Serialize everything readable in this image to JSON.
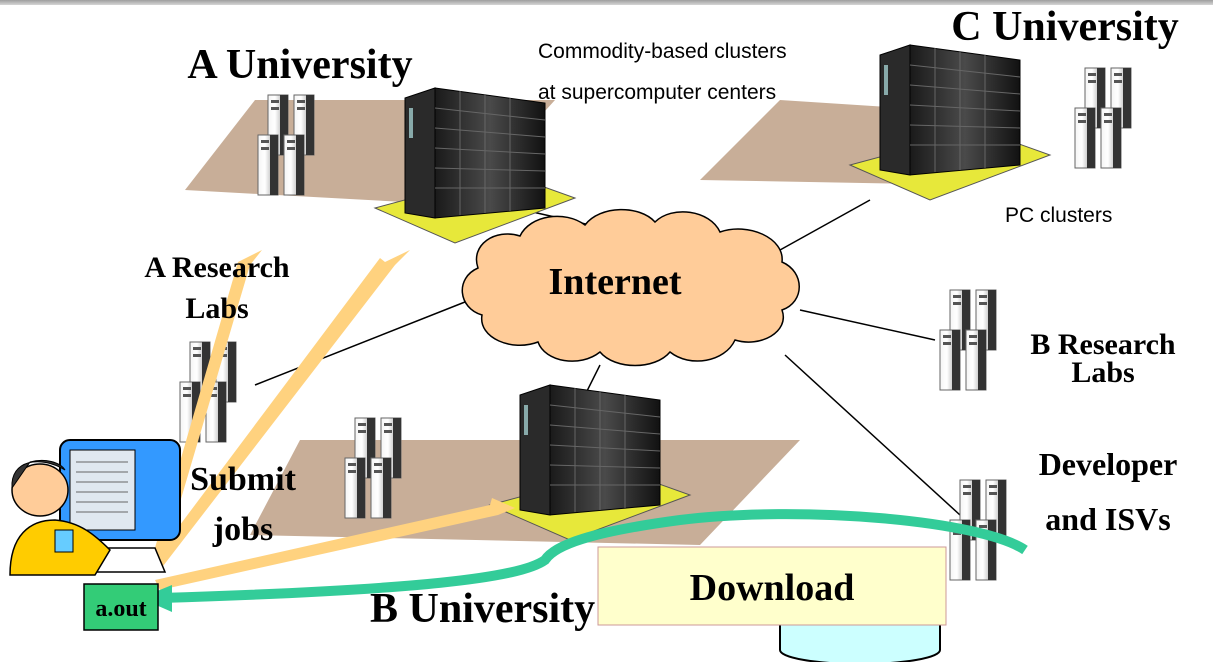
{
  "labels": {
    "a_university": "A University",
    "c_university": "C University",
    "b_university": "B University",
    "commodity_line1": "Commodity-based clusters",
    "commodity_line2": "at supercomputer centers",
    "pc_clusters": "PC clusters",
    "internet": "Internet",
    "a_research_line1": "A Research",
    "a_research_line2": "Labs",
    "b_research_line1": "B Research",
    "b_research_line2": "Labs",
    "developer_line1": "Developer",
    "developer_line2": "and ISVs",
    "submit_line1": "Submit",
    "submit_line2": "jobs",
    "download": "Download",
    "aout": "a.out"
  },
  "colors": {
    "floor": "#c8ae98",
    "supercomputer_pad": "#e7e83a",
    "submit_arrow": "#ffd27f",
    "download_arrow": "#33cc99",
    "cloud": "#ffcc99",
    "download_box": "#ffffcc",
    "database": "#ccffff",
    "aout_box": "#33cc77",
    "server": "#3a3a3a",
    "monitor": "#3399ff"
  },
  "icons": {
    "supercomputer": "supercomputer-icon",
    "server": "server-tower-icon",
    "user": "user-at-computer-icon",
    "database": "database-cylinder-icon",
    "cloud": "cloud-icon"
  }
}
